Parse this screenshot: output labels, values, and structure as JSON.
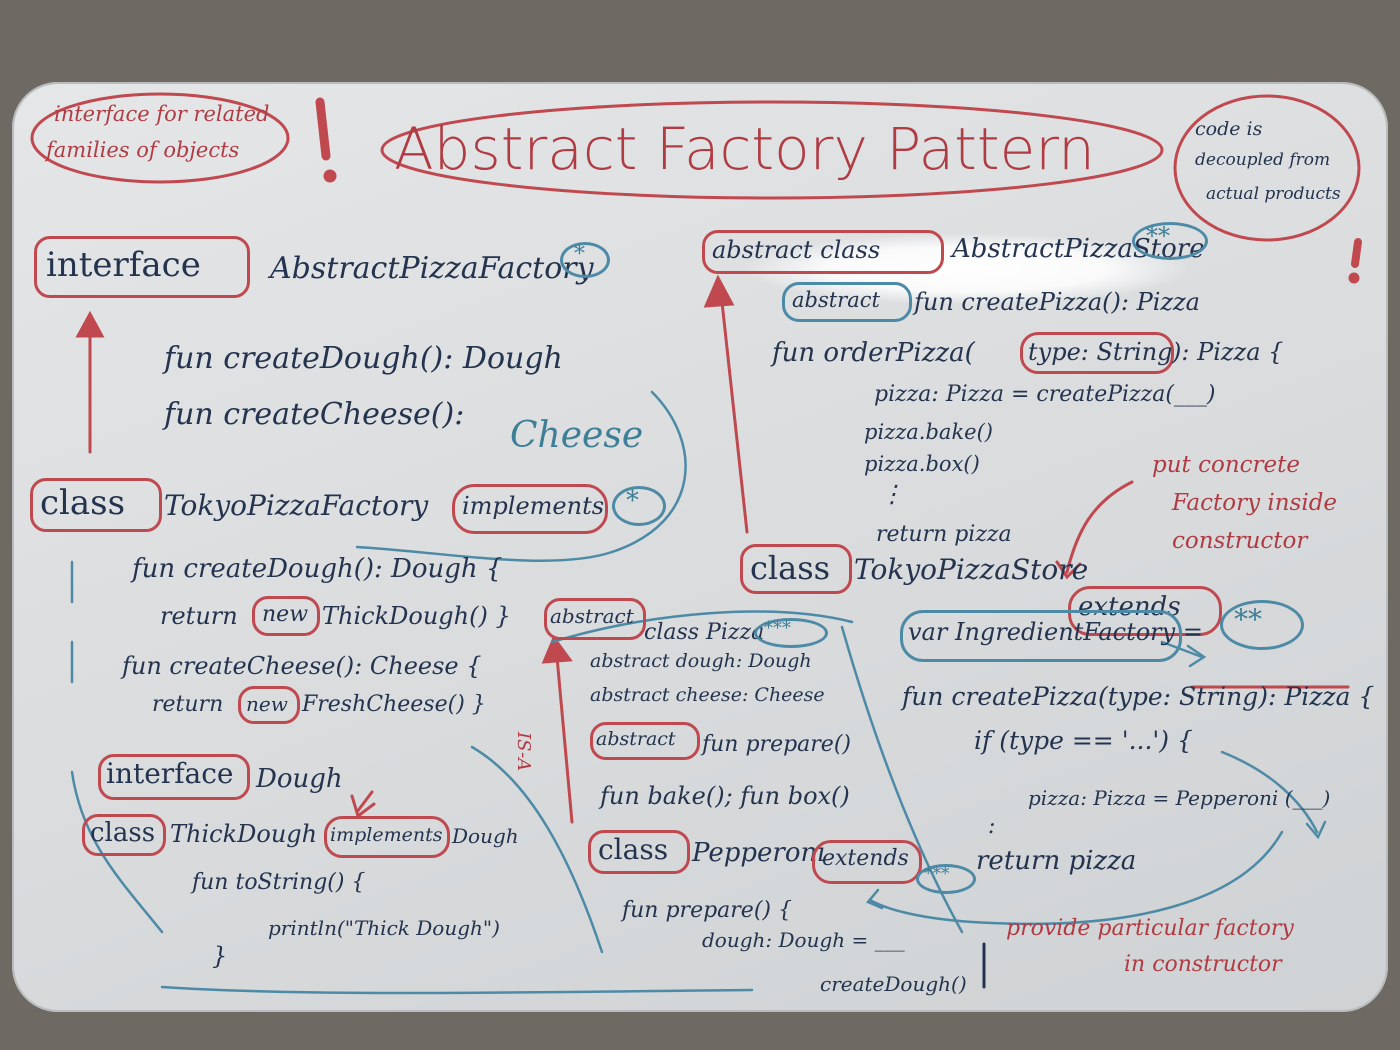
{
  "board": {
    "title": "Abstract Factory Pattern",
    "note_left": [
      "interface for related",
      "families of objects"
    ],
    "note_right": [
      "code is",
      "decoupled from",
      "actual products"
    ],
    "note_concrete": [
      "put concrete",
      "Factory inside",
      "constructor"
    ],
    "note_provide": [
      "provide particular factory",
      "in constructor"
    ],
    "mark_one": "*",
    "mark_two": "**",
    "mark_three": "***",
    "ist": "IS-A"
  },
  "factory": {
    "keyword_interface": "interface",
    "name": "AbstractPizzaFactory",
    "method_dough": "fun createDough(): Dough",
    "method_cheese_a": "fun createCheese():",
    "method_cheese_b": "Cheese",
    "class_keyword": "class",
    "class_name": "TokyoPizzaFactory",
    "implements": "implements",
    "impl_dough": "fun createDough(): Dough {",
    "impl_dough_ret_a": "return",
    "impl_new": "new",
    "impl_dough_ret_b": "ThickDough() }",
    "impl_cheese": "fun createCheese(): Cheese {",
    "impl_cheese_ret_a": "return",
    "impl_cheese_ret_b": "FreshCheese() }"
  },
  "dough": {
    "keyword_interface": "interface",
    "name": "Dough",
    "class_keyword": "class",
    "class_name": "ThickDough",
    "implements": "implements",
    "iface": "Dough",
    "tostring": "fun toString() {",
    "println": "println(\"Thick Dough\")",
    "close": "}"
  },
  "pizza": {
    "abstract_keyword": "abstract",
    "name": "class Pizza",
    "dough": "abstract dough: Dough",
    "cheese": "abstract cheese: Cheese",
    "prepare": "fun prepare()",
    "bake": "fun bake(); fun box()",
    "class_keyword": "class",
    "pepperoni": "Pepperoni",
    "extends": "extends",
    "impl_prepare": "fun prepare() {",
    "impl_dough": "dough: Dough = ___",
    "create_dough": "createDough()"
  },
  "store": {
    "abstract_keyword": "abstract class",
    "name": "AbstractPizzaStore",
    "create_pizza_prefix": "abstract",
    "create_pizza": "fun createPizza(): Pizza",
    "order_a": "fun orderPizza(",
    "order_type": "type: String",
    "order_b": "): Pizza {",
    "order_body1": "pizza: Pizza = createPizza(___)",
    "order_body2": "pizza.bake()",
    "order_body3": "pizza.box()",
    "order_dots": "⋮",
    "order_return": "return pizza",
    "class_keyword": "class",
    "tokyo": "TokyoPizzaStore",
    "extends": "extends",
    "ingredient": "var IngredientFactory =",
    "create": "fun createPizza(type: String): Pizza {",
    "if": "if (type == '...') {",
    "pep": "pizza: Pizza = Pepperoni (___)",
    "colon": ":",
    "ret": "return pizza"
  },
  "colors": {
    "ink": "#24344f",
    "red": "#b03b42",
    "teal": "#3c7f97",
    "board": "#e1e3e5"
  }
}
